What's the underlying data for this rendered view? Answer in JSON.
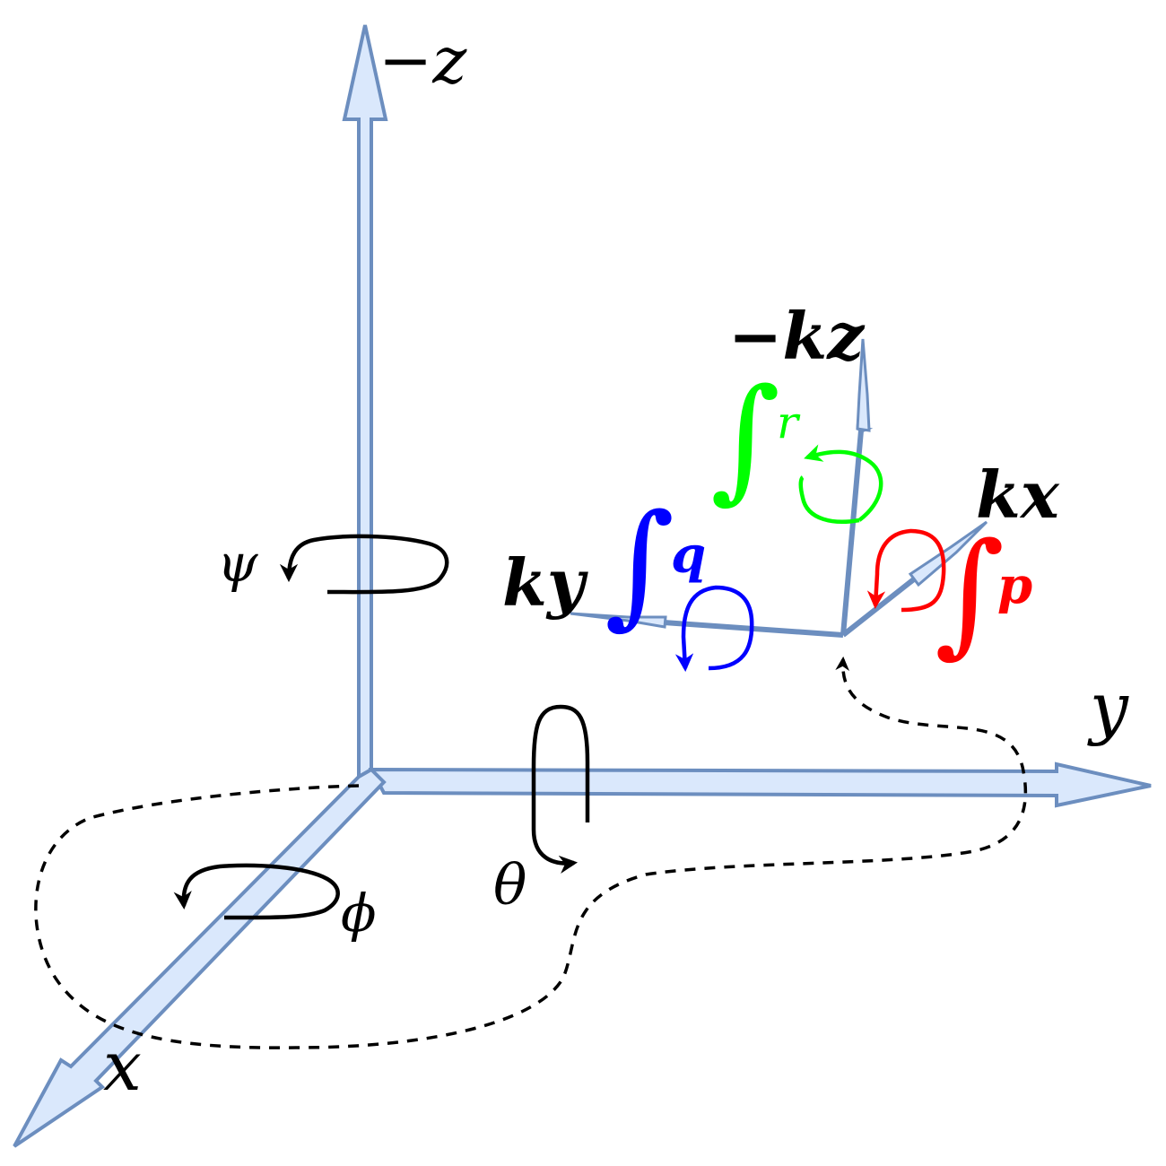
{
  "labels": {
    "neg_z": "−z",
    "x": "x",
    "y": "y",
    "psi": "ψ",
    "theta": "θ",
    "phi": "ϕ",
    "neg_kz": "−kz",
    "kx": "kx",
    "ky": "ky",
    "p": "p",
    "q": "q",
    "r": "r",
    "integral": "∫"
  },
  "colors": {
    "axis_fill": "#dae8fc",
    "axis_stroke": "#6c8ebf",
    "body_axis": "#6c8ebf",
    "ink": "#000000",
    "p_color": "#ff0000",
    "q_color": "#0000ff",
    "r_color": "#00ff00"
  }
}
